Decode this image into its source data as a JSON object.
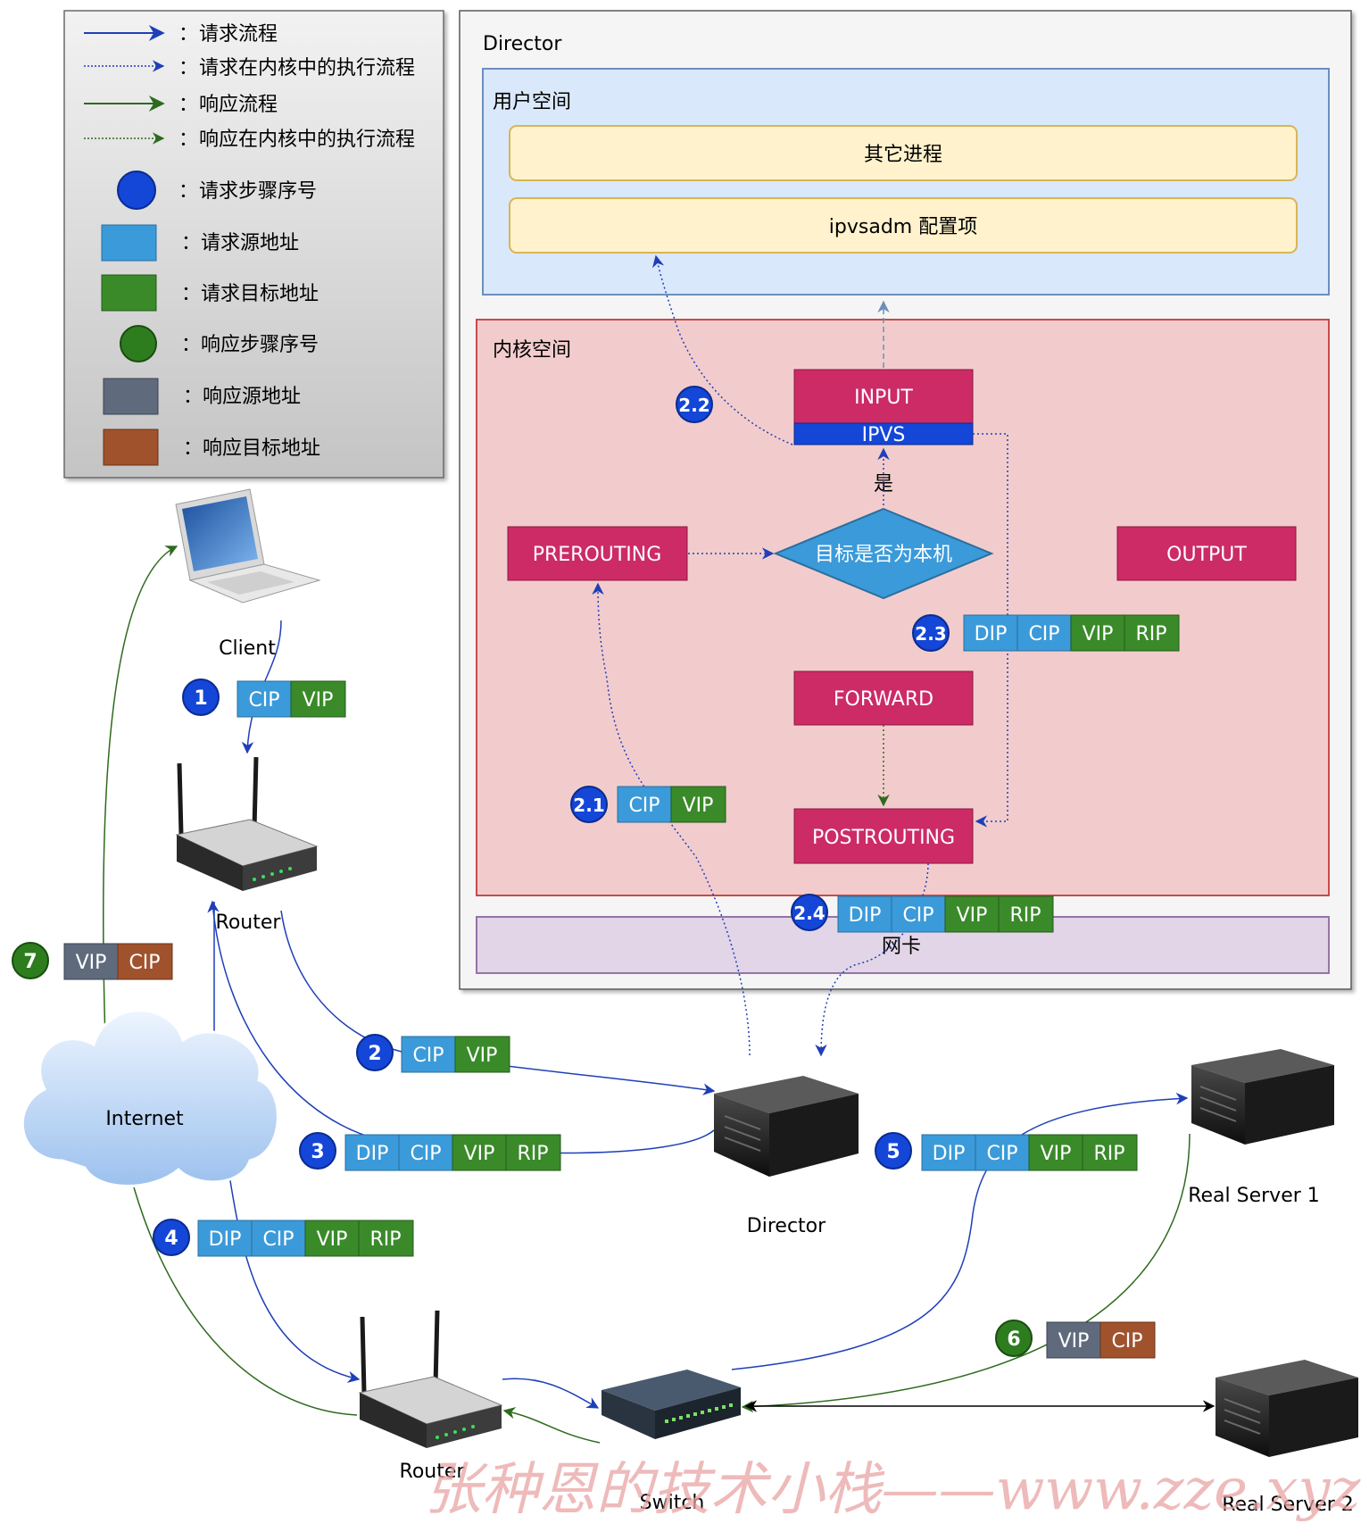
{
  "legend": {
    "req_flow": "请求流程",
    "req_kernel": "请求在内核中的执行流程",
    "resp_flow": "响应流程",
    "resp_kernel": "响应在内核中的执行流程",
    "req_step": "请求步骤序号",
    "req_src": "请求源地址",
    "req_dst": "请求目标地址",
    "resp_step": "响应步骤序号",
    "resp_src": "响应源地址",
    "resp_dst": "响应目标地址",
    "colon": "："
  },
  "director_box": {
    "title": "Director",
    "user_space": "用户空间",
    "other_proc": "其它进程",
    "ipvsadm": "ipvsadm 配置项",
    "kernel_space": "内核空间",
    "input": "INPUT",
    "ipvs": "IPVS",
    "yes": "是",
    "decision": "目标是否为本机",
    "prerouting": "PREROUTING",
    "output": "OUTPUT",
    "forward": "FORWARD",
    "postrouting": "POSTROUTING",
    "nic": "网卡"
  },
  "nodes": {
    "client": "Client",
    "router1": "Router",
    "internet": "Internet",
    "director": "Director",
    "rs1": "Real Server 1",
    "router2": "Router",
    "switch": "Switch",
    "rs2": "Real Server 2"
  },
  "steps": {
    "s1": "1",
    "s2": "2",
    "s3": "3",
    "s4": "4",
    "s5": "5",
    "s6": "6",
    "s7": "7",
    "s21": "2.1",
    "s22": "2.2",
    "s23": "2.3",
    "s24": "2.4"
  },
  "addr": {
    "cip": "CIP",
    "vip": "VIP",
    "dip": "DIP",
    "rip": "RIP"
  },
  "colors": {
    "src": "#3b9ad9",
    "dst": "#3a8a2a",
    "resp_src": "#5f6b7d",
    "resp_dst": "#a0522d",
    "chain": "#cc2b66",
    "req_step": "#1446d8",
    "resp_step": "#2d7d1e"
  },
  "watermark": "张种恩的技术小栈——www.zze.xyz"
}
